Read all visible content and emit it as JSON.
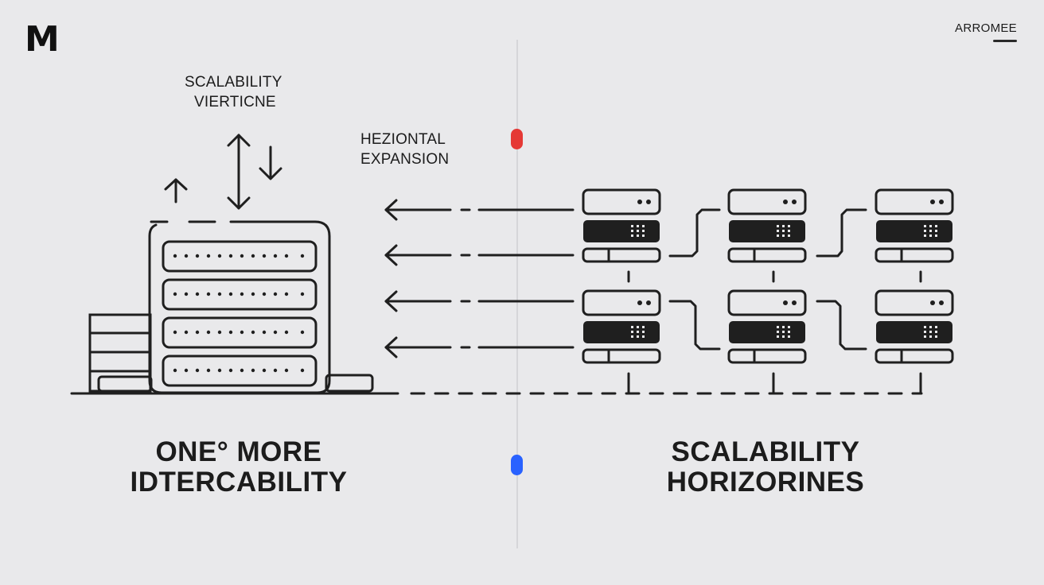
{
  "brand": {
    "logo_letter": "M",
    "top_right_text": "ARROMEE"
  },
  "left_panel": {
    "top_label_line1": "SCALABILITY",
    "top_label_line2": "VIERTICNE",
    "footer_line1": "ONE° MORE",
    "footer_line2": "IDTERCABILITY"
  },
  "middle": {
    "label_line1": "HEZIONTAL",
    "label_line2": "EXPANSION"
  },
  "right_panel": {
    "footer_line1": "SCALABILITY",
    "footer_line2": "HORIZORINES"
  },
  "colors": {
    "background": "#e9e9eb",
    "ink": "#1f1f1f",
    "accent_red": "#e53935",
    "accent_blue": "#2962ff"
  },
  "icons": [
    "logo-m-icon",
    "up-arrow-icon",
    "double-arrow-icon",
    "down-arrow-icon",
    "server-rack-icon",
    "server-node-icon",
    "left-arrow-icon"
  ]
}
